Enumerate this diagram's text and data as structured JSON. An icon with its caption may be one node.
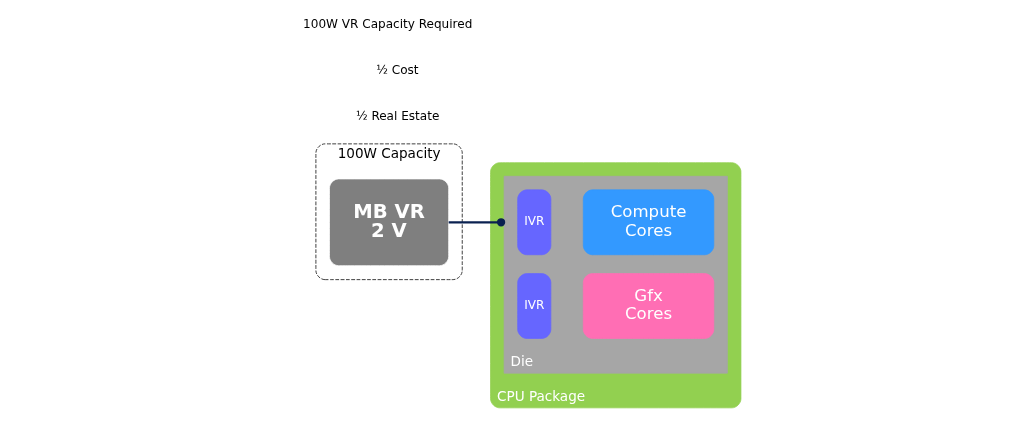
{
  "diagram": {
    "nodes": [
      {
        "text": [
          "100W Capacity"
        ]
      },
      {
        "text": [
          "MB VR 2 V"
        ],
        "in": 0
      },
      {
        "text": [
          "CPU Package"
        ]
      },
      {
        "text": [
          "Die"
        ],
        "in": 2
      },
      {
        "text": [
          "IVR"
        ],
        "in": 3
      },
      {
        "text": [
          "Compute Cores"
        ],
        "in": 3
      },
      {
        "text": [
          "IVR"
        ],
        "in": 3
      },
      {
        "text": [
          "Gfx Cores"
        ],
        "in": 3
      }
    ],
    "edges": [
      {
        "from": 1,
        "to": 3,
        "arrow": "other"
      }
    ],
    "labels": [
      "100W VR Capacity Required",
      "½ Cost",
      "½ Real Estate"
    ]
  }
}
